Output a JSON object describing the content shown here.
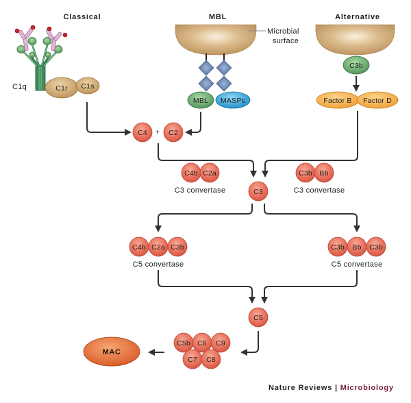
{
  "pathways": {
    "classical": {
      "title": "Classical",
      "c1q": "C1q",
      "c1r": "C1r",
      "c1s": "C1s"
    },
    "mbl": {
      "title": "MBL",
      "surface_label_line1": "Microbial",
      "surface_label_line2": "surface",
      "mbl": "MBL",
      "masps": "MASPs"
    },
    "alternative": {
      "title": "Alternative",
      "c3b": "C3b",
      "factor_b": "Factor B",
      "factor_d": "Factor D"
    }
  },
  "cascade": {
    "c4": "C4",
    "plus": "+",
    "c2": "C2",
    "c3_convertase_classical": {
      "parts": [
        "C4b",
        "C2a"
      ],
      "label": "C3 convertase"
    },
    "c3_convertase_alternative": {
      "parts": [
        "C3b",
        "Bb"
      ],
      "label": "C3 convertase"
    },
    "c3": "C3",
    "c5_convertase_classical": {
      "parts": [
        "C4b",
        "C2a",
        "C3b"
      ],
      "label": "C5 convertase"
    },
    "c5_convertase_alternative": {
      "parts": [
        "C3b",
        "Bb",
        "C3b"
      ],
      "label": "C5 convertase"
    },
    "c5": "C5",
    "mac_components": [
      "C5b",
      "C6",
      "C9",
      "C7",
      "C8"
    ],
    "mac": "MAC"
  },
  "footer": {
    "journal": "Nature Reviews",
    "separator": " | ",
    "subjournal": "Microbiology"
  },
  "colors": {
    "complement_protein": "#e8705c",
    "mbl_green": "#6aa86a",
    "masps_blue": "#2aa3d6",
    "factor_orange": "#f5a840",
    "c1_tan": "#c8a06a",
    "surface_tan": "#c9a172",
    "mac_orange": "#e8642a",
    "subjournal_maroon": "#7a1f3d"
  }
}
